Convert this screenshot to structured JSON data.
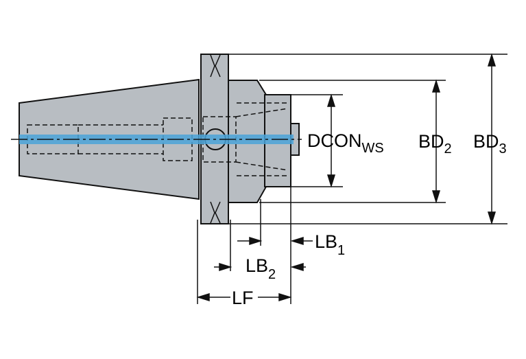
{
  "labels": {
    "dcon": {
      "main": "DCON",
      "sub": "WS"
    },
    "bd2": {
      "main": "BD",
      "sub": "2"
    },
    "bd3": {
      "main": "BD",
      "sub": "3"
    },
    "lb1": {
      "main": "LB",
      "sub": "1"
    },
    "lb2": {
      "main": "LB",
      "sub": "2"
    },
    "lf": {
      "main": "LF"
    }
  },
  "colors": {
    "body_fill": "#b8bdc2",
    "outline": "#111111",
    "coolant": "#4aa3d8",
    "background": "#ffffff"
  }
}
